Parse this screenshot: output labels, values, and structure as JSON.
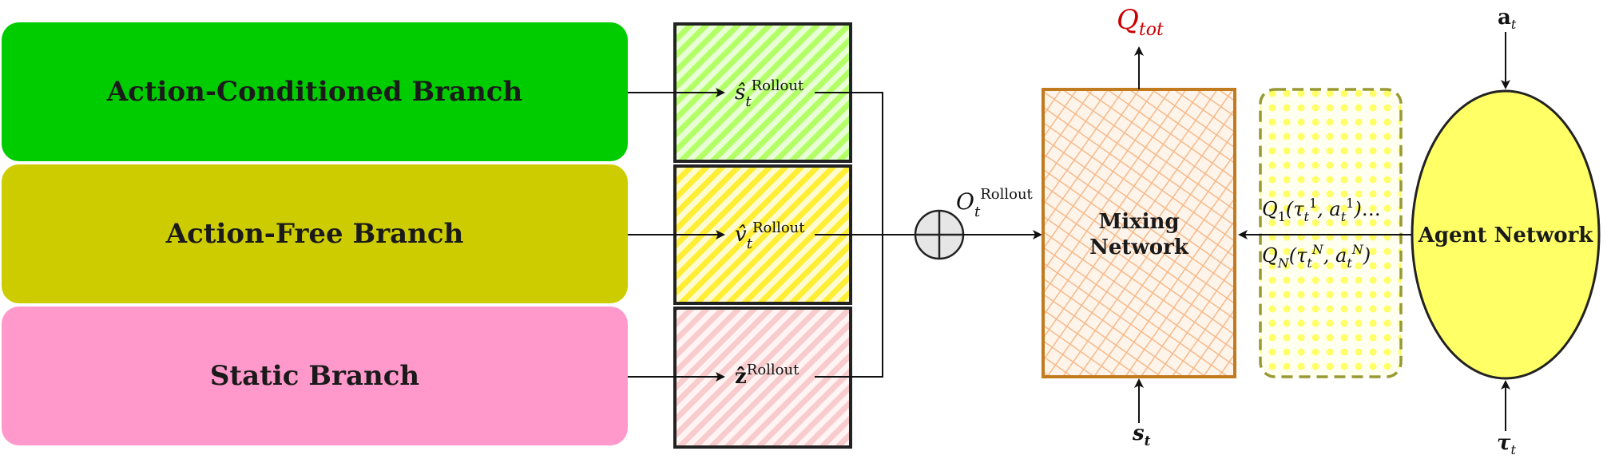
{
  "branches": [
    {
      "label": "Action-Conditioned Branch",
      "color": "#00cc00"
    },
    {
      "label": "Action-Free Branch",
      "color": "#cccc00"
    },
    {
      "label": "Static Branch",
      "color": "#ff99cc"
    }
  ],
  "rollouts": [
    {
      "symbol": "ŝ",
      "subscript": "t",
      "superscript": "Rollout",
      "fill": "#b3ff66"
    },
    {
      "symbol": "v̂",
      "subscript": "t",
      "superscript": "Rollout",
      "fill": "#ffee33"
    },
    {
      "symbol": "ẑ",
      "subscript": "",
      "superscript": "Rollout",
      "fill": "#f8cccc"
    }
  ],
  "combined": {
    "symbol": "O",
    "subscript": "t",
    "superscript": "Rollout"
  },
  "mixing": {
    "line1": "Mixing",
    "line2": "Network",
    "color": "#f5b98a",
    "border": "#c27a1e"
  },
  "q_tot": {
    "symbol": "Q",
    "subscript": "tot",
    "color": "#cc0000"
  },
  "s_t": {
    "symbol": "s",
    "subscript": "t"
  },
  "agent": {
    "label": "Agent Network",
    "fill": "#ffff66"
  },
  "a_t": {
    "symbol": "a",
    "subscript": "t"
  },
  "tau_t": {
    "symbol": "τ",
    "subscript": "t"
  },
  "q_values": {
    "line1": {
      "q": "Q",
      "i": "1",
      "tau": "τ",
      "tsub": "t",
      "tsup": "1",
      "a": "a",
      "asub": "t",
      "asup": "1",
      "tail": "…"
    },
    "line2": {
      "q": "Q",
      "i": "N",
      "tau": "τ",
      "tsub": "t",
      "tsup": "N",
      "a": "a",
      "asub": "t",
      "asup": "N",
      "tail": ""
    }
  },
  "q_box": {
    "fill": "#ffff99",
    "border": "#999933"
  }
}
